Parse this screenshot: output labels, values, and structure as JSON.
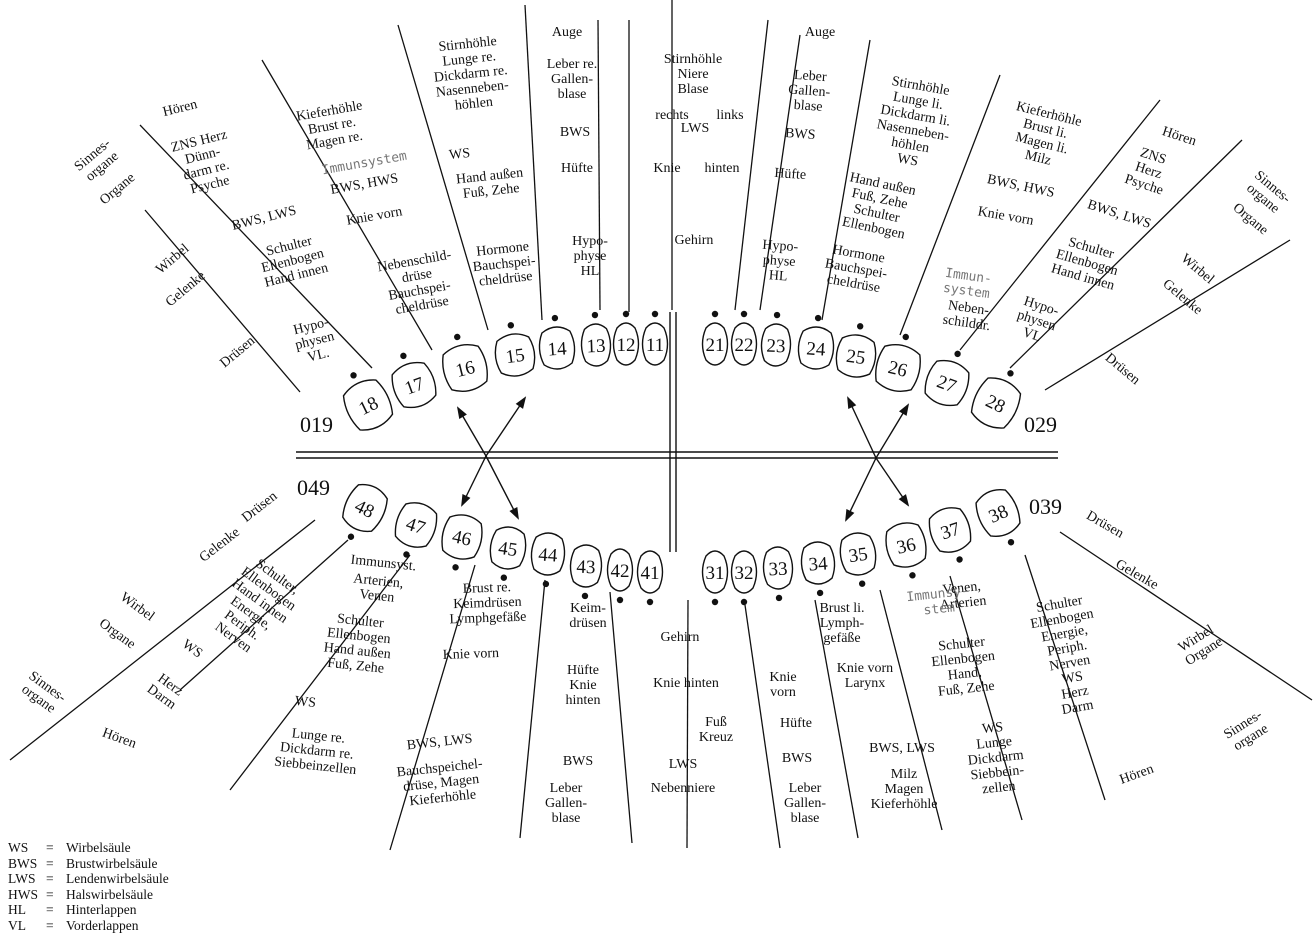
{
  "upper_right": [
    {
      "id": "ur_hoeren",
      "lines": [
        "Hören"
      ]
    },
    {
      "id": "ur_organe",
      "lines": [
        "ZNS",
        "Herz",
        "Psyche"
      ]
    },
    {
      "id": "ur_wirbel",
      "lines": [
        "BWS, LWS"
      ]
    },
    {
      "id": "ur_gelenke",
      "lines": [
        "Schulter",
        "Ellenbogen",
        "Hand innen"
      ]
    },
    {
      "id": "ur_druesen",
      "lines": [
        "Hypo-",
        "physen",
        "VL"
      ]
    },
    {
      "id": "ur27_sinne",
      "lines": [
        "Kieferhöhle",
        "Brust li.",
        "Magen li.",
        "Milz"
      ]
    },
    {
      "id": "ur27_wirbel",
      "lines": [
        "BWS, HWS"
      ]
    },
    {
      "id": "ur27_gelenke",
      "lines": [
        "Knie vorn"
      ]
    },
    {
      "id": "ur26_sinne",
      "lines": [
        "Stirnhöhle",
        "Lunge li.",
        "Dickdarm li.",
        "Nasenneben-",
        "höhlen",
        "WS"
      ]
    },
    {
      "id": "ur26_gelenke",
      "lines": [
        "Hand außen",
        "Fuß, Zehe",
        "Schulter",
        "Ellenbogen"
      ]
    },
    {
      "id": "ur26_druesen",
      "lines": [
        "Hormone",
        "Bauchspei-",
        "cheldrüse"
      ]
    },
    {
      "id": "ur26_neben",
      "lines": [
        "Neben-",
        "schilddr."
      ]
    },
    {
      "id": "ur23_auge",
      "lines": [
        "Auge"
      ]
    },
    {
      "id": "ur23_organe",
      "lines": [
        "Leber",
        "Gallen-",
        "blase"
      ]
    },
    {
      "id": "ur23_wirbel",
      "lines": [
        "BWS"
      ]
    },
    {
      "id": "ur23_gelenke",
      "lines": [
        "Hüfte"
      ]
    },
    {
      "id": "ur23_druesen",
      "lines": [
        "Hypo-",
        "physe",
        "HL"
      ]
    }
  ],
  "upper_left": [
    {
      "id": "ul_hoeren",
      "lines": [
        "Hören"
      ]
    },
    {
      "id": "ul_organe",
      "lines": [
        "ZNS Herz",
        "Dünn-",
        "darm re.",
        "Psyche"
      ]
    },
    {
      "id": "ul_wirbel",
      "lines": [
        "BWS, LWS"
      ]
    },
    {
      "id": "ul_gelenke",
      "lines": [
        "Schulter",
        "Ellenbogen",
        "Hand innen"
      ]
    },
    {
      "id": "ul_druesen",
      "lines": [
        "Hypo-",
        "physen",
        "VL."
      ]
    },
    {
      "id": "ul17_sinne",
      "lines": [
        "Kieferhöhle",
        "Brust re.",
        "Magen re."
      ]
    },
    {
      "id": "ul17_wirbel",
      "lines": [
        "BWS, HWS"
      ]
    },
    {
      "id": "ul17_gelenke",
      "lines": [
        "Knie vorn"
      ]
    },
    {
      "id": "ul17_druesen",
      "lines": [
        "Nebenschild-",
        "drüse",
        "Bauchspei-",
        "cheldrüse"
      ]
    },
    {
      "id": "ul15_sinne",
      "lines": [
        "Stirnhöhle",
        "Lunge re.",
        "Dickdarm re.",
        "Nasenneben-",
        "höhlen"
      ]
    },
    {
      "id": "ul15_ws",
      "lines": [
        "WS"
      ]
    },
    {
      "id": "ul15_gelenke",
      "lines": [
        "Hand außen",
        "Fuß, Zehe"
      ]
    },
    {
      "id": "ul15_druesen",
      "lines": [
        "Hormone",
        "Bauchspei-",
        "cheldrüse"
      ]
    },
    {
      "id": "ul13_auge",
      "lines": [
        "Auge"
      ]
    },
    {
      "id": "ul13_organe",
      "lines": [
        "Leber re.",
        "Gallen-",
        "blase"
      ]
    },
    {
      "id": "ul13_wirbel",
      "lines": [
        "BWS"
      ]
    },
    {
      "id": "ul13_gelenke",
      "lines": [
        "Hüfte"
      ]
    },
    {
      "id": "ul13_druesen",
      "lines": [
        "Hypo-",
        "physe",
        "HL"
      ]
    }
  ],
  "center_top": [
    {
      "id": "ct_stirn",
      "lines": [
        "Stirnhöhle",
        "Niere",
        "Blase"
      ]
    },
    {
      "id": "ct_rechts",
      "lines": [
        "rechts"
      ]
    },
    {
      "id": "ct_links",
      "lines": [
        "links"
      ]
    },
    {
      "id": "ct_lws",
      "lines": [
        "LWS"
      ]
    },
    {
      "id": "ct_knie",
      "lines": [
        "Knie"
      ]
    },
    {
      "id": "ct_hinten",
      "lines": [
        "hinten"
      ]
    },
    {
      "id": "ct_gehirn",
      "lines": [
        "Gehirn"
      ]
    }
  ],
  "lower_left": [
    {
      "id": "ll_druesen",
      "lines": [
        "Drüsen"
      ]
    },
    {
      "id": "ll_gelenke",
      "lines": [
        "Gelenke"
      ]
    },
    {
      "id": "ll_wirbel",
      "lines": [
        "Wirbel"
      ]
    },
    {
      "id": "ll_organe",
      "lines": [
        "Organe"
      ]
    },
    {
      "id": "ll_sinnes",
      "lines": [
        "Sinnes-",
        "organe"
      ]
    },
    {
      "id": "ll_hoeren",
      "lines": [
        "Hören"
      ]
    },
    {
      "id": "ll48_gel",
      "lines": [
        "Schulter,",
        "Ellenbogen",
        "Hand innen",
        "Energie,",
        "Periph.",
        "Nerven"
      ]
    },
    {
      "id": "ll48_ws",
      "lines": [
        "WS"
      ]
    },
    {
      "id": "ll48_herz",
      "lines": [
        "Herz",
        "Darm"
      ]
    },
    {
      "id": "ll46_arterien",
      "lines": [
        "Arterien,",
        "Venen"
      ]
    },
    {
      "id": "ll46_gel",
      "lines": [
        "Schulter",
        "Ellenbogen",
        "Hand außen",
        "Fuß, Zehe"
      ]
    },
    {
      "id": "ll46_ws",
      "lines": [
        "WS"
      ]
    },
    {
      "id": "ll46_lunge",
      "lines": [
        "Lunge re.",
        "Dickdarm re.",
        "Siebbeinzellen"
      ]
    },
    {
      "id": "ll45_brust",
      "lines": [
        "Brust re.",
        "Keimdrüsen",
        "Lymphgefäße"
      ]
    },
    {
      "id": "ll45_knie",
      "lines": [
        "Knie vorn"
      ]
    },
    {
      "id": "ll45_bws",
      "lines": [
        "BWS, LWS"
      ]
    },
    {
      "id": "ll45_bauch",
      "lines": [
        "Bauchspeichel-",
        "drüse, Magen",
        "Kieferhöhle"
      ]
    },
    {
      "id": "ll43_keim",
      "lines": [
        "Keim-",
        "drüsen"
      ]
    },
    {
      "id": "ll43_huefte",
      "lines": [
        "Hüfte",
        "Knie",
        "hinten"
      ]
    },
    {
      "id": "ll43_bws",
      "lines": [
        "BWS"
      ]
    },
    {
      "id": "ll43_leber",
      "lines": [
        "Leber",
        "Gallen-",
        "blase"
      ]
    }
  ],
  "center_bottom": [
    {
      "id": "cb_gehirn",
      "lines": [
        "Gehirn"
      ]
    },
    {
      "id": "cb_knie",
      "lines": [
        "Knie hinten"
      ]
    },
    {
      "id": "cb_fuss",
      "lines": [
        "Fuß",
        "Kreuz"
      ]
    },
    {
      "id": "cb_lws",
      "lines": [
        "LWS"
      ]
    },
    {
      "id": "cb_neben",
      "lines": [
        "Nebenniere"
      ]
    }
  ],
  "lower_right": [
    {
      "id": "lr_druesen",
      "lines": [
        "Drüsen"
      ]
    },
    {
      "id": "lr_gelenke",
      "lines": [
        "Gelenke"
      ]
    },
    {
      "id": "lr_wirbel",
      "lines": [
        "Wirbel",
        "Organe"
      ]
    },
    {
      "id": "lr_sinnes",
      "lines": [
        "Sinnes-",
        "organe"
      ]
    },
    {
      "id": "lr_hoeren",
      "lines": [
        "Hören"
      ]
    },
    {
      "id": "lr38_gel",
      "lines": [
        "Schulter",
        "Ellenbogen",
        "Energie,",
        "Periph.",
        "Nerven",
        "WS",
        "Herz",
        "Darm"
      ]
    },
    {
      "id": "lr36_venen",
      "lines": [
        "Venen,",
        "Arterien"
      ]
    },
    {
      "id": "lr36_gel",
      "lines": [
        "Schulter",
        "Ellenbogen",
        "Hand,",
        "Fuß, Zehe"
      ]
    },
    {
      "id": "lr36_ws",
      "lines": [
        "WS",
        "Lunge",
        "Dickdarm",
        "Siebbein-",
        "zellen"
      ]
    },
    {
      "id": "lr35_brust",
      "lines": [
        "Brust li.",
        "Lymph-",
        "gefäße"
      ]
    },
    {
      "id": "lr35_knie",
      "lines": [
        "Knie vorn",
        "Larynx"
      ]
    },
    {
      "id": "lr35_bws",
      "lines": [
        "BWS, LWS"
      ]
    },
    {
      "id": "lr35_milz",
      "lines": [
        "Milz",
        "Magen",
        "Kieferhöhle"
      ]
    },
    {
      "id": "lr33_knie",
      "lines": [
        "Knie",
        "vorn"
      ]
    },
    {
      "id": "lr33_huefte",
      "lines": [
        "Hüfte"
      ]
    },
    {
      "id": "lr33_bws",
      "lines": [
        "BWS"
      ]
    },
    {
      "id": "lr33_leber",
      "lines": [
        "Leber",
        "Gallen-",
        "blase"
      ]
    }
  ],
  "outer_left": [
    {
      "id": "ol_sinnes",
      "lines": [
        "Sinnes-",
        "organe"
      ]
    },
    {
      "id": "ol_organe",
      "lines": [
        "Organe"
      ]
    },
    {
      "id": "ol_wirbel",
      "lines": [
        "Wirbel"
      ]
    },
    {
      "id": "ol_gelenke",
      "lines": [
        "Gelenke"
      ]
    },
    {
      "id": "ol_druesen",
      "lines": [
        "Drüsen"
      ]
    }
  ],
  "outer_right": [
    {
      "id": "or_sinnes",
      "lines": [
        "Sinnes-",
        "organe"
      ]
    },
    {
      "id": "or_organe",
      "lines": [
        "Organe"
      ]
    },
    {
      "id": "or_wirbel",
      "lines": [
        "Wirbel"
      ]
    },
    {
      "id": "or_gelenke",
      "lines": [
        "Gelenke"
      ]
    },
    {
      "id": "or_druesen",
      "lines": [
        "Drüsen"
      ]
    }
  ],
  "immun": [
    {
      "id": "im_ul",
      "lines": [
        "Immunsystem"
      ]
    },
    {
      "id": "im_ur",
      "lines": [
        "Immun-",
        "system"
      ]
    },
    {
      "id": "im_ll",
      "lines": [
        "Immunsyst."
      ]
    },
    {
      "id": "im_lr",
      "lines": [
        "Immunsy-",
        "stem"
      ]
    }
  ],
  "quadrant_codes": {
    "q1": "019",
    "q2": "029",
    "q3": "039",
    "q4": "049"
  },
  "teeth_upper_left": [
    "18",
    "17",
    "16",
    "15",
    "14",
    "13",
    "12",
    "11"
  ],
  "teeth_upper_right": [
    "21",
    "22",
    "23",
    "24",
    "25",
    "26",
    "27",
    "28"
  ],
  "teeth_lower_left": [
    "48",
    "47",
    "46",
    "45",
    "44",
    "43",
    "42",
    "41"
  ],
  "teeth_lower_right": [
    "31",
    "32",
    "33",
    "34",
    "35",
    "36",
    "37",
    "38"
  ],
  "legend": [
    {
      "abbr": "WS",
      "eq": "=",
      "text": "Wirbelsäule"
    },
    {
      "abbr": "BWS",
      "eq": "=",
      "text": "Brustwirbelsäule"
    },
    {
      "abbr": "LWS",
      "eq": "=",
      "text": "Lendenwirbelsäule"
    },
    {
      "abbr": "HWS",
      "eq": "=",
      "text": "Halswirbelsäule"
    },
    {
      "abbr": "HL",
      "eq": "=",
      "text": "Hinterlappen"
    },
    {
      "abbr": "VL",
      "eq": "=",
      "text": "Vorderlappen"
    }
  ]
}
